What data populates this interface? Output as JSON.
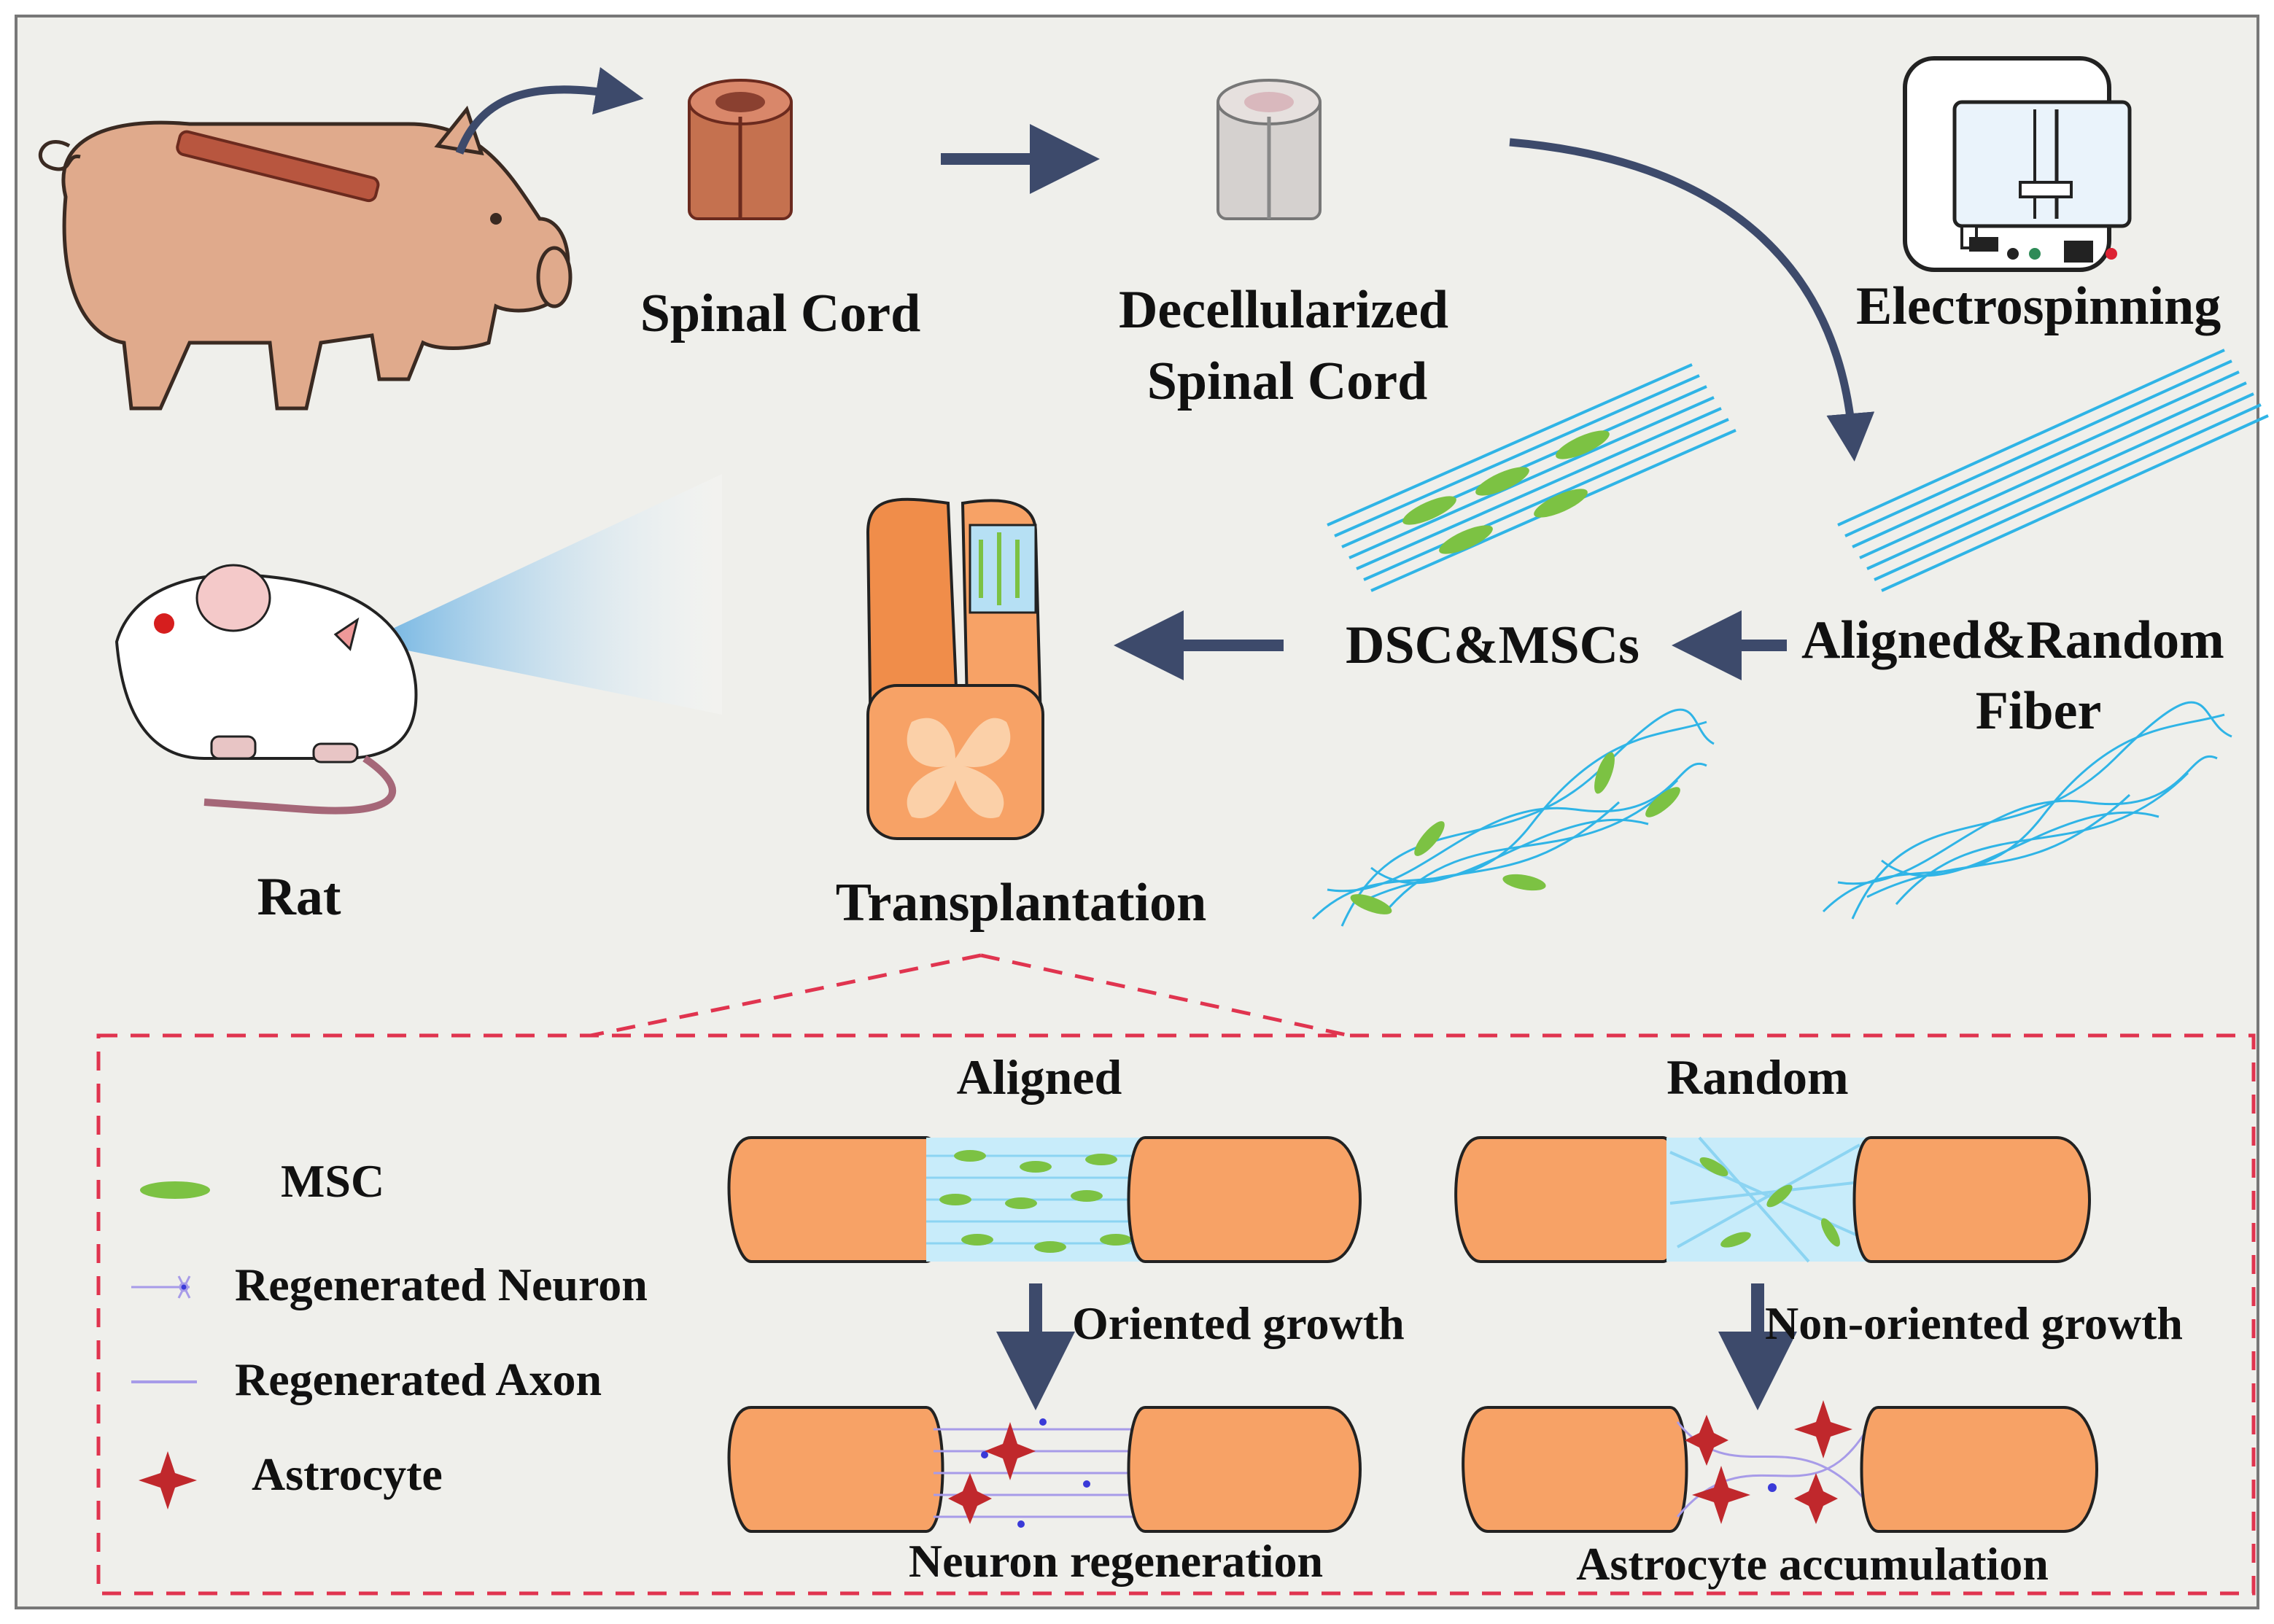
{
  "top": {
    "spinal_cord": "Spinal Cord",
    "decell_line1": "Decellularized",
    "decell_line2": "Spinal Cord",
    "electrospinning": "Electrospinning",
    "fiber_line1": "Aligned&Random",
    "fiber_line2": "Fiber",
    "dsc_mscs": "DSC&MSCs",
    "transplantation": "Transplantation",
    "rat": "Rat"
  },
  "detail": {
    "aligned": "Aligned",
    "random": "Random",
    "oriented_growth": "Oriented growth",
    "non_oriented_growth": "Non-oriented growth",
    "neuron_regeneration": "Neuron regeneration",
    "astrocyte_accumulation": "Astrocyte accumulation"
  },
  "legend": [
    {
      "label": "MSC",
      "icon": "msc-cell-icon"
    },
    {
      "label": "Regenerated Neuron",
      "icon": "neuron-icon"
    },
    {
      "label": "Regenerated Axon",
      "icon": "axon-icon"
    },
    {
      "label": "Astrocyte",
      "icon": "astrocyte-icon"
    }
  ],
  "colors": {
    "background": "#efefeb",
    "arrow": "#3d4a6b",
    "dash_border": "#e0344f",
    "cord_orange": "#f7a266",
    "fiber_blue": "#2fb4e6",
    "msc_green": "#7cc243",
    "astrocyte_red": "#c0282c",
    "neuron_purple": "#a79be8"
  }
}
